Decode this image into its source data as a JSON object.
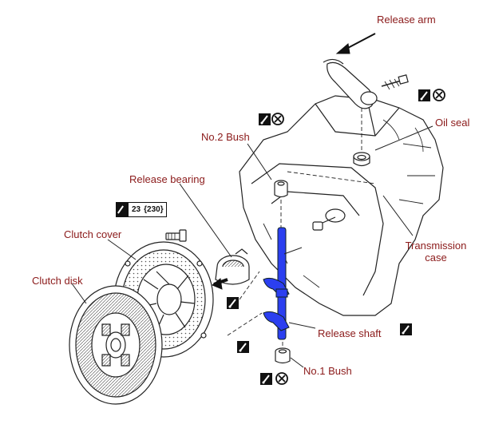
{
  "labels": {
    "release_arm": "Release arm",
    "oil_seal": "Oil seal",
    "no2_bush": "No.2 Bush",
    "release_bearing": "Release bearing",
    "clutch_cover": "Clutch cover",
    "clutch_disk": "Clutch disk",
    "transmission_case_line1": "Transmission",
    "transmission_case_line2": "case",
    "release_shaft": "Release shaft",
    "no1_bush": "No.1 Bush"
  },
  "torque_spec": {
    "value": "23",
    "alt_value": "{230}"
  },
  "icons": [
    "grease-icon",
    "replace-part-icon",
    "torque-wrench-icon"
  ],
  "colors": {
    "label_text": "#8b1a1a",
    "release_shaft_highlight": "#2b3ff0",
    "line_art": "#222222"
  }
}
